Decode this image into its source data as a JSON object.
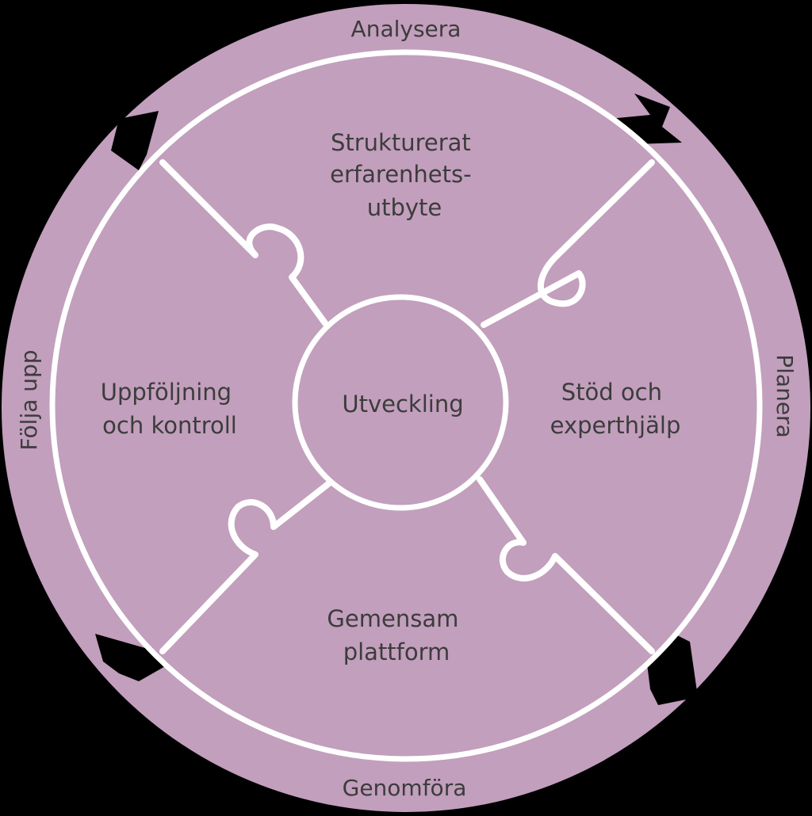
{
  "colors": {
    "background": "#000000",
    "fill": "#c29fbc",
    "divider": "#ffffff",
    "text": "#3c3c3c"
  },
  "cycle": {
    "top": "Analysera",
    "right": "Planera",
    "bottom": "Genomföra",
    "left": "Följa upp"
  },
  "pieces": {
    "top": [
      "Strukturerat",
      "erfarenhets-",
      "utbyte"
    ],
    "right": [
      "Stöd och",
      "experthjälp"
    ],
    "bottom": [
      "Gemensam",
      "plattform"
    ],
    "left": [
      "Uppföljning",
      "och kontroll"
    ]
  },
  "center": "Utveckling"
}
